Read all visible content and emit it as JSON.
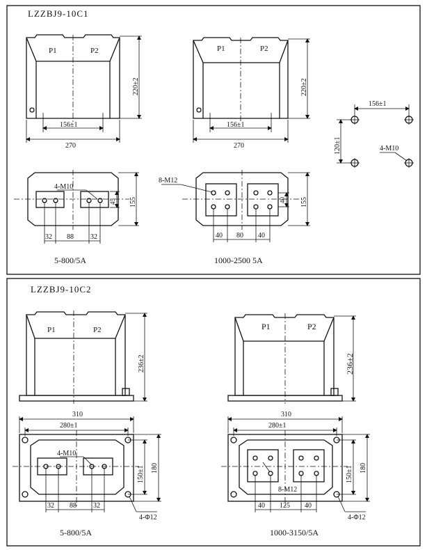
{
  "sections": [
    {
      "model": "LZZBJ9-10C1",
      "front": {
        "terminal_p1": "P1",
        "terminal_p2": "P2",
        "height_label": "220±2",
        "mount_spacing_label": "156±1",
        "width_label": "270"
      },
      "plan": {
        "bolt_label": "4-M10",
        "bolt_label_large": "8-M12",
        "depth_label": "155",
        "pad_height_left": "45",
        "pad_height_right": "40",
        "dims_left": [
          "32",
          "88",
          "32"
        ],
        "dims_right": [
          "40",
          "80",
          "40"
        ]
      },
      "mount_pattern": {
        "spacing_x": "156±1",
        "spacing_y": "120±1",
        "bolt_label": "4-M10"
      },
      "variant_left": "5-800/5A",
      "variant_right": "1000-2500 5A"
    },
    {
      "model": "LZZBJ9-10C2",
      "front": {
        "terminal_p1": "P1",
        "terminal_p2": "P2",
        "height_label": "236±2"
      },
      "plan": {
        "outer_width_label": "310",
        "hole_spacing_label": "280±1",
        "depth_label": "180",
        "hole_depth_label": "150±1",
        "bolt_label": "4-M10",
        "bolt_label_large": "8-M12",
        "base_hole_label": "4-Φ12",
        "dims_left": [
          "32",
          "88",
          "32"
        ],
        "dims_right": [
          "40",
          "125",
          "40"
        ]
      },
      "variant_left": "5-800/5A",
      "variant_right": "1000-3150/5A"
    }
  ]
}
